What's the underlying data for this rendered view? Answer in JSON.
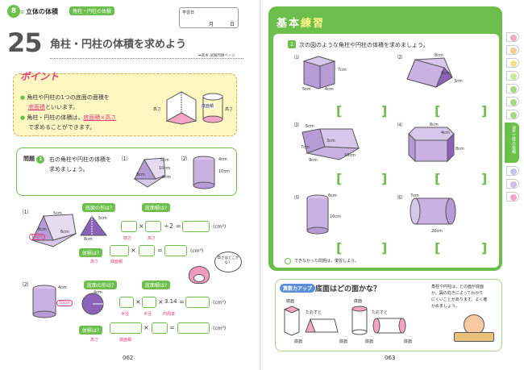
{
  "left": {
    "chapter_num": "8",
    "chapter_suffix": "章",
    "chapter_title": "立体の体積",
    "section_tag": "角柱・円柱の体積",
    "date": {
      "label": "学習日",
      "month": "月",
      "day": "日"
    },
    "lesson_num": "25",
    "lesson_title": "角柱・円柱の体積を求めよう",
    "textbook_ref": "➡基本 試験問題ページ",
    "point": {
      "title": "ポイント",
      "line1a": "角柱や円柱の1つの底面の面積を",
      "line1b": "底面積",
      "line1c": "といいます。",
      "line2a": "角柱・円柱の体積は，",
      "line2b": "底面積×高さ",
      "line2c": "で求めることができます。",
      "fig_height": "高さ",
      "fig_base": "底面積",
      "fig_height2": "高さ"
    },
    "q1": {
      "label": "問題",
      "num": "1",
      "text1": "右の角柱や円柱の体積を",
      "text2": "求めましょう。",
      "f1_label": "⑴",
      "f1_a": "5cm",
      "f1_b": "8cm",
      "f1_c": "6cm",
      "f1_d": "10cm",
      "f2_label": "⑵",
      "f2_a": "4cm",
      "f2_b": "10cm"
    },
    "s1": {
      "label": "⑴",
      "d5": "5cm",
      "d8": "8cm",
      "d6": "6cm",
      "d10": "10cm",
      "bubble1": "底面の形は?",
      "bubble2": "底面積は?",
      "tri5": "5cm",
      "tri8": "8cm",
      "op1": "×",
      "op2": "÷",
      "num2": "2",
      "eq": "=",
      "unit_area": "(cm²)",
      "note1": "底辺",
      "note2": "高さ",
      "vol_label": "体積は?",
      "vol_op": "×",
      "vol_eq": "=",
      "unit_vol": "(cm³)",
      "note3": "底面積",
      "note4": "高さ"
    },
    "s2": {
      "label": "⑵",
      "d4": "4cm",
      "d10": "10cm",
      "bubble1": "底面の形は?",
      "bubble2": "底面積は?",
      "circ4": "4cm",
      "op1": "×",
      "op2": "×",
      "pi": "3.14",
      "eq": "=",
      "unit_area": "(cm²)",
      "note1": "半径",
      "note2": "半径",
      "note3": "円周率",
      "vol_label": "体積は?",
      "vol_op": "×",
      "vol_eq": "=",
      "unit_vol": "(cm³)",
      "note4": "底面積",
      "note5": "高さ"
    },
    "mascot_speech": "高さはどこかな？",
    "page_num": "062"
  },
  "right": {
    "title_a": "基本",
    "title_b": "練習",
    "q_num": "1",
    "q_text": "次の図のような角柱や円柱の体積を求めましょう。",
    "figs": [
      {
        "label": "⑴",
        "dims": [
          "7cm",
          "5cm",
          "4cm"
        ]
      },
      {
        "label": "⑵",
        "dims": [
          "8cm",
          "6cm",
          "3cm"
        ]
      },
      {
        "label": "⑶",
        "dims": [
          "5cm",
          "3cm",
          "7cm",
          "9cm",
          "10cm"
        ]
      },
      {
        "label": "⑷",
        "dims": [
          "8cm",
          "4cm",
          "8cm"
        ]
      },
      {
        "label": "⑸",
        "dims": [
          "6cm",
          "10cm"
        ]
      },
      {
        "label": "⑹",
        "dims": [
          "7cm",
          "20cm"
        ]
      }
    ],
    "bracket_l": "[",
    "bracket_r": "]",
    "retry_note": "できなかった問題は，復習しよう。",
    "boost": {
      "tag": "算数力アップ",
      "question": "底面はどの面かな？",
      "explain1": "角柱や円柱は，どの面が底面",
      "explain2": "か，図の向きによってわかり",
      "explain3": "にくいことがあります。よく確",
      "explain4": "かめましょう。",
      "base": "底面",
      "tip": "たおすと"
    },
    "chapter_side": "8章 立体の体積",
    "page_num": "063",
    "colors": {
      "accent": "#6cbf4a",
      "pink": "#e33c7a",
      "purple": "#8a63b8",
      "tab_active": "#6cbf4a"
    }
  }
}
